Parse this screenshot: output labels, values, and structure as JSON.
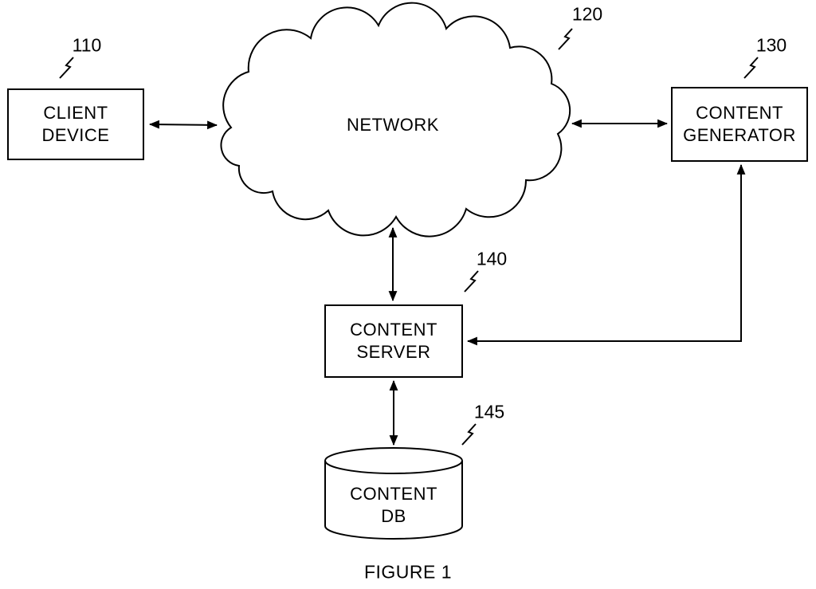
{
  "figure": {
    "caption": "FIGURE 1",
    "background": "#ffffff",
    "line_color": "#000000",
    "fill_color": "#ffffff"
  },
  "nodes": {
    "client_device": {
      "ref": "110",
      "line1": "CLIENT",
      "line2": "DEVICE",
      "shape": "rectangle"
    },
    "network": {
      "ref": "120",
      "label": "NETWORK",
      "shape": "cloud"
    },
    "content_generator": {
      "ref": "130",
      "line1": "CONTENT",
      "line2": "GENERATOR",
      "shape": "rectangle"
    },
    "content_server": {
      "ref": "140",
      "line1": "CONTENT",
      "line2": "SERVER",
      "shape": "rectangle"
    },
    "content_db": {
      "ref": "145",
      "line1": "CONTENT",
      "line2": "DB",
      "shape": "cylinder"
    }
  },
  "connections": [
    {
      "from": "client_device",
      "to": "network",
      "type": "bidirectional"
    },
    {
      "from": "network",
      "to": "content_generator",
      "type": "bidirectional"
    },
    {
      "from": "network",
      "to": "content_server",
      "type": "bidirectional"
    },
    {
      "from": "content_generator",
      "to": "content_server",
      "type": "bidirectional"
    },
    {
      "from": "content_server",
      "to": "content_db",
      "type": "bidirectional"
    }
  ]
}
